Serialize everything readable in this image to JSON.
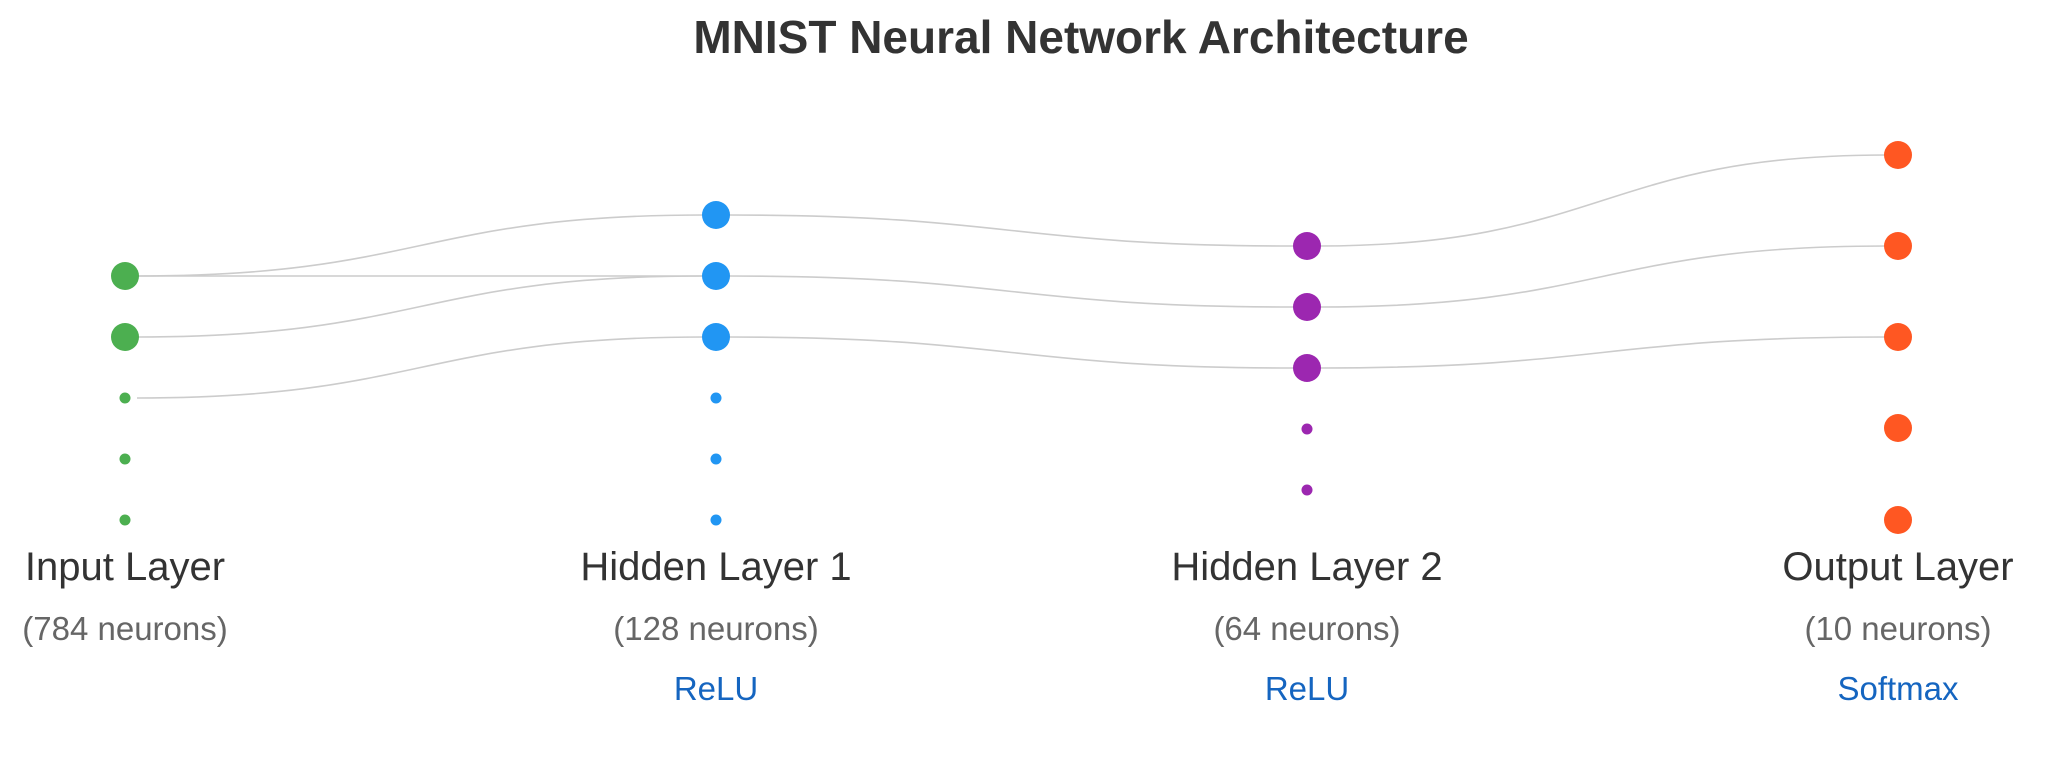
{
  "title": "MNIST Neural Network Architecture",
  "layers": [
    {
      "id": "input",
      "name": "Input Layer",
      "neurons": "(784 neurons)",
      "activation": "",
      "color": "#4CAF50"
    },
    {
      "id": "hidden1",
      "name": "Hidden Layer 1",
      "neurons": "(128 neurons)",
      "activation": "ReLU",
      "color": "#2196F3"
    },
    {
      "id": "hidden2",
      "name": "Hidden Layer 2",
      "neurons": "(64 neurons)",
      "activation": "ReLU",
      "color": "#9C27B0"
    },
    {
      "id": "output",
      "name": "Output Layer",
      "neurons": "(10 neurons)",
      "activation": "Softmax",
      "color": "#FF5722"
    }
  ],
  "colors": {
    "connection": "#cccccc",
    "layer_name": "#333333",
    "neuron_count": "#666666",
    "activation": "#1565C0"
  }
}
